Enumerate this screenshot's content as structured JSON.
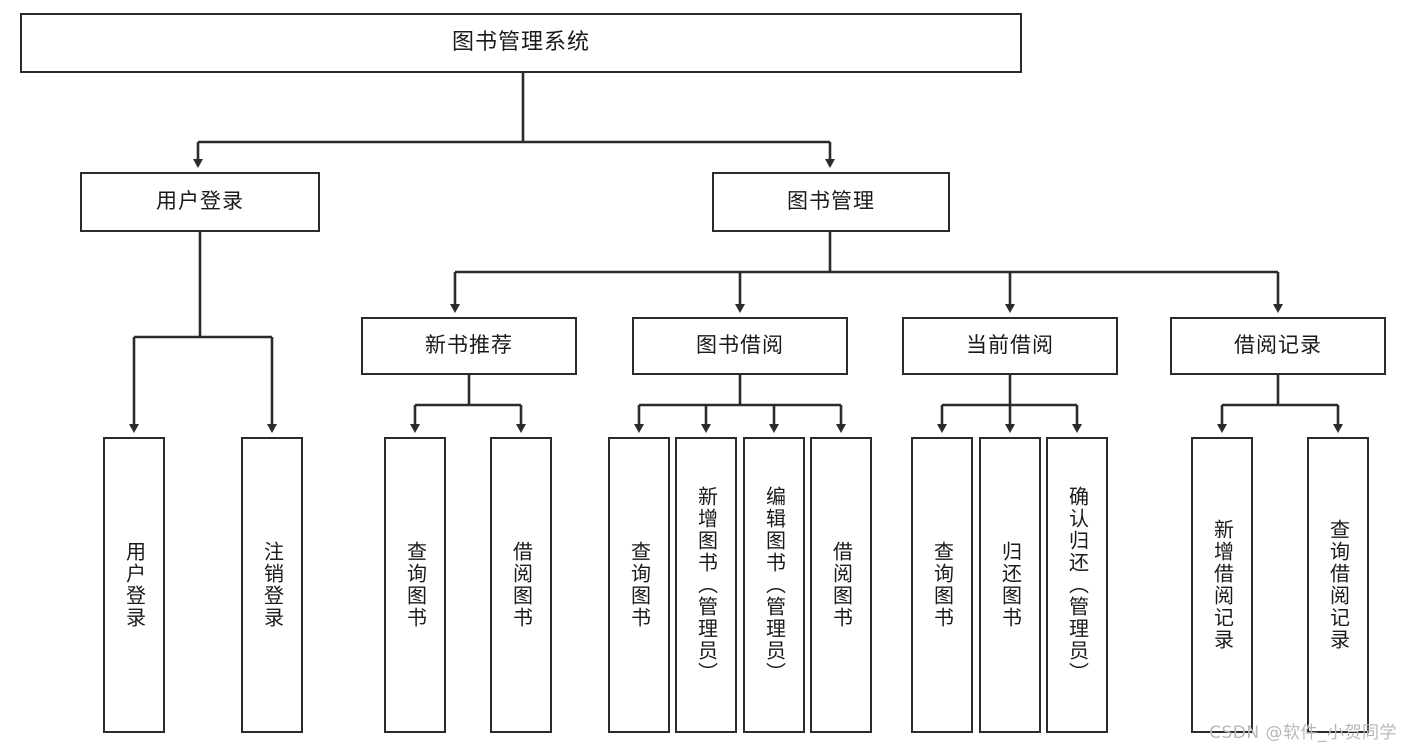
{
  "diagram": {
    "title": "图书管理系统",
    "type": "tree",
    "watermark": "CSDN @软件_小贺同学",
    "colors": {
      "box_border": "#2b2b2b",
      "box_fill": "#ffffff",
      "connector": "#2b2b2b",
      "text": "#1a1a1a",
      "watermark": "#b8b8b8"
    },
    "levels": {
      "root": {
        "label": "图书管理系统"
      },
      "level2": [
        {
          "label": "用户登录"
        },
        {
          "label": "图书管理"
        }
      ],
      "level3": [
        {
          "label": "新书推荐"
        },
        {
          "label": "图书借阅"
        },
        {
          "label": "当前借阅"
        },
        {
          "label": "借阅记录"
        }
      ],
      "leaves": {
        "user_login": [
          {
            "label": "用户登录"
          },
          {
            "label": "注销登录"
          }
        ],
        "new_book_recommend": [
          {
            "label": "查询图书"
          },
          {
            "label": "借阅图书"
          }
        ],
        "book_borrow": [
          {
            "label": "查询图书"
          },
          {
            "label": "新增图书（管理员）"
          },
          {
            "label": "编辑图书（管理员）"
          },
          {
            "label": "借阅图书"
          }
        ],
        "current_borrow": [
          {
            "label": "查询图书"
          },
          {
            "label": "归还图书"
          },
          {
            "label": "确认归还（管理员）"
          }
        ],
        "borrow_record": [
          {
            "label": "新增借阅记录"
          },
          {
            "label": "查询借阅记录"
          }
        ]
      }
    }
  }
}
